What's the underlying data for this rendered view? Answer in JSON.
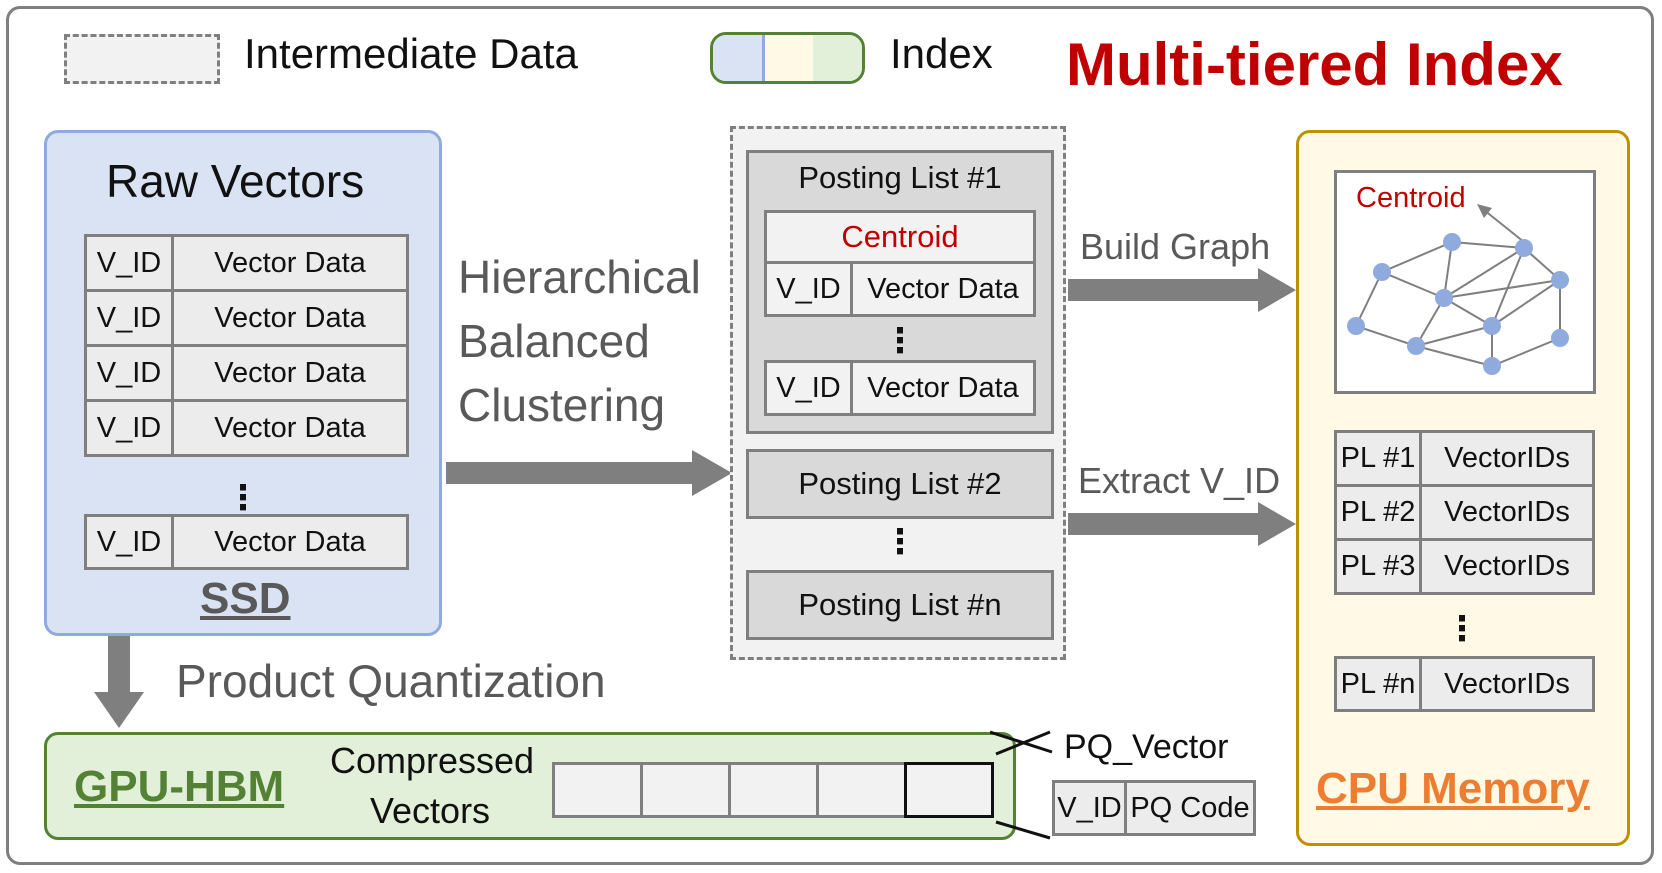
{
  "title": "Multi-tiered Index",
  "legend": {
    "intermediate_label": "Intermediate Data",
    "index_label": "Index"
  },
  "ssd": {
    "heading": "Raw Vectors",
    "rows": [
      {
        "id": "V_ID",
        "data": "Vector Data"
      },
      {
        "id": "V_ID",
        "data": "Vector Data"
      },
      {
        "id": "V_ID",
        "data": "Vector Data"
      },
      {
        "id": "V_ID",
        "data": "Vector Data"
      }
    ],
    "ellipsis": "⋮",
    "last_row": {
      "id": "V_ID",
      "data": "Vector Data"
    },
    "label": "SSD"
  },
  "clustering": {
    "line1": "Hierarchical",
    "line2": "Balanced",
    "line3": "Clustering"
  },
  "posting": {
    "list1_title": "Posting List #1",
    "centroid": "Centroid",
    "row1": {
      "id": "V_ID",
      "data": "Vector Data"
    },
    "ellipsis": "⋮",
    "row2": {
      "id": "V_ID",
      "data": "Vector Data"
    },
    "list2": "Posting List #2",
    "ellipsis2": "⋮",
    "listn": "Posting List #n"
  },
  "build_graph": "Build Graph",
  "extract_vid": "Extract V_ID",
  "cpu": {
    "graph_label": "Centroid",
    "rows": [
      {
        "pl": "PL #1",
        "ids": "VectorIDs"
      },
      {
        "pl": "PL #2",
        "ids": "VectorIDs"
      },
      {
        "pl": "PL #3",
        "ids": "VectorIDs"
      }
    ],
    "ellipsis": "⋮",
    "last_row": {
      "pl": "PL #n",
      "ids": "VectorIDs"
    },
    "label": "CPU Memory"
  },
  "product_quantization": "Product Quantization",
  "gpu": {
    "label": "GPU-HBM",
    "compressed_line1": "Compressed",
    "compressed_line2": "Vectors",
    "pq_vector_label": "PQ_Vector",
    "pq_id": "V_ID",
    "pq_code": "PQ Code"
  },
  "colors": {
    "title": "#c00000",
    "ssd_fill": "#dae3f3",
    "ssd_border": "#8faadc",
    "cpu_fill": "#fff9e5",
    "cpu_border": "#bf9000",
    "gpu_fill": "#e2f0d9",
    "gpu_border": "#548235",
    "gpu_text": "#548235",
    "cpu_text": "#ed7d31",
    "arrow": "#7f7f7f",
    "node": "#8faadc"
  }
}
